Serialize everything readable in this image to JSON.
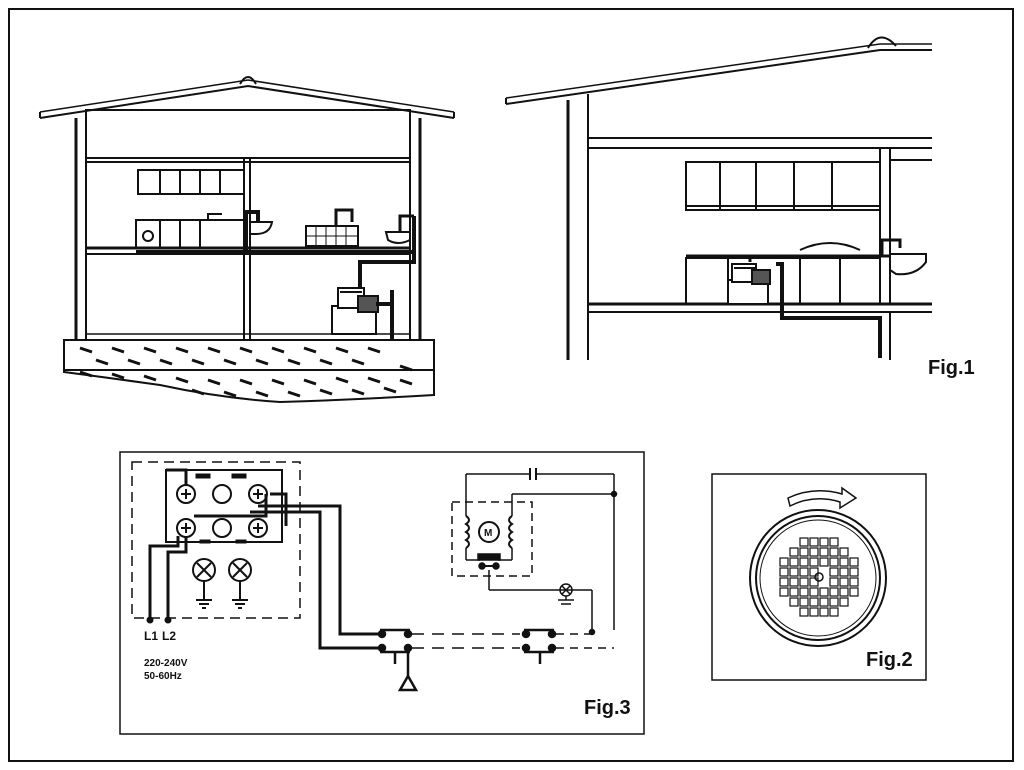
{
  "figures": {
    "fig1": {
      "label": "Fig.1"
    },
    "fig2": {
      "label": "Fig.2"
    },
    "fig3": {
      "label": "Fig.3",
      "line_labels": [
        "L1",
        "L2"
      ],
      "voltage": "220-240V",
      "frequency": "50-60Hz",
      "motor_symbol": "M"
    }
  },
  "colors": {
    "ink": "#111111",
    "paper": "#ffffff",
    "shade": "#555555"
  }
}
